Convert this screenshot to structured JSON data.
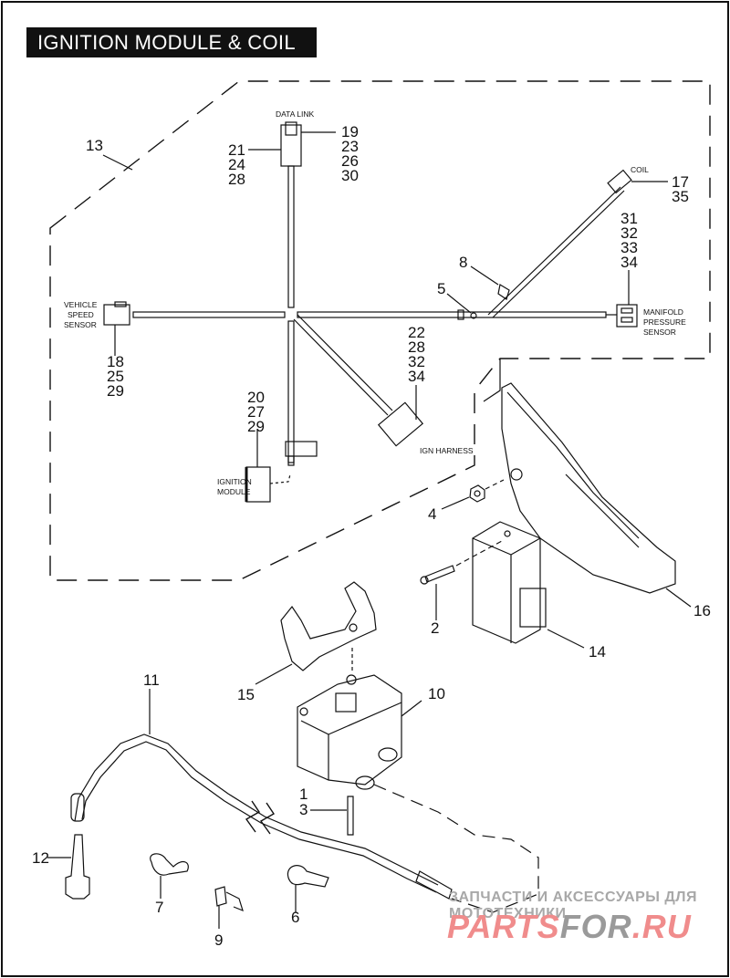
{
  "title": "IGNITION MODULE & COIL",
  "connector_labels": {
    "data_link": "DATA LINK",
    "coil": "COIL",
    "vehicle_speed_sensor": [
      "VEHICLE",
      "SPEED",
      "SENSOR"
    ],
    "manifold_pressure_sensor": [
      "MANIFOLD",
      "PRESSURE",
      "SENSOR"
    ],
    "ign_harness": "IGN HARNESS",
    "ignition_module": [
      "IGNITION",
      "MODULE"
    ]
  },
  "callouts": {
    "c13": "13",
    "data_link_right": [
      "19",
      "23",
      "26",
      "30"
    ],
    "data_link_left": [
      "21",
      "24",
      "28"
    ],
    "coil_conn": [
      "17",
      "35"
    ],
    "map_sensor": [
      "31",
      "32",
      "33",
      "34"
    ],
    "c8": "8",
    "c5": "5",
    "vss": [
      "18",
      "25",
      "29"
    ],
    "ign_harness": [
      "22",
      "28",
      "32",
      "34"
    ],
    "ign_module_conn": [
      "20",
      "27",
      "29"
    ],
    "c4": "4",
    "c16": "16",
    "c2": "2",
    "c14": "14",
    "c15": "15",
    "c10": "10",
    "c11": "11",
    "c1": "1",
    "c3": "3",
    "c12": "12",
    "c7": "7",
    "c9": "9",
    "c6": "6"
  },
  "watermark": {
    "line1": "ЗАПЧАСТИ И АКСЕССУАРЫ ДЛЯ МОТОТЕХНИКИ",
    "brand_a": "PARTS",
    "brand_b": "FOR",
    "brand_c": ".RU"
  }
}
